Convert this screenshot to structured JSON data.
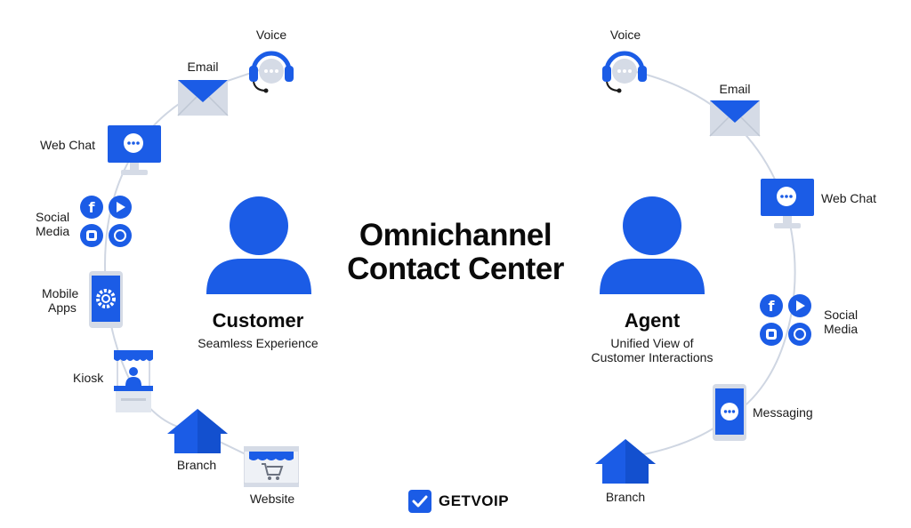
{
  "title_lines": [
    "Omnichannel",
    "Contact Center"
  ],
  "colors": {
    "accent": "#1b5ce6",
    "light": "#d5dbe6",
    "line": "#cfd6e2",
    "dark": "#0a0a0a"
  },
  "customer": {
    "name": "Customer",
    "description": "Seamless Experience",
    "channels": {
      "voice": "Voice",
      "email": "Email",
      "web_chat": "Web Chat",
      "social_media": [
        "Social",
        "Media"
      ],
      "mobile_apps": [
        "Mobile",
        "Apps"
      ],
      "kiosk": "Kiosk",
      "branch": "Branch",
      "website": "Website"
    }
  },
  "agent": {
    "name": "Agent",
    "description": [
      "Unified View of",
      "Customer Interactions"
    ],
    "channels": {
      "voice": "Voice",
      "email": "Email",
      "web_chat": "Web Chat",
      "social_media": [
        "Social",
        "Media"
      ],
      "messaging": "Messaging",
      "branch": "Branch"
    }
  },
  "brand": {
    "name": "GETVOIP",
    "icon": "checkmark-badge-icon"
  },
  "icons": [
    "headset-icon",
    "envelope-icon",
    "monitor-chat-icon",
    "facebook-icon",
    "play-icon",
    "instagram-icon",
    "whatsapp-icon",
    "phone-gear-icon",
    "kiosk-icon",
    "house-icon",
    "storefront-cart-icon",
    "phone-chat-icon",
    "person-icon"
  ]
}
